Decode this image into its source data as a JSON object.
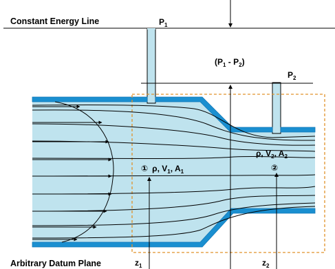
{
  "labels": {
    "energy_line": "Constant Energy Line",
    "datum": "Arbitrary Datum Plane",
    "p1": "P",
    "p1_sub": "1",
    "p2": "P",
    "p2_sub": "2",
    "dp_open": "(P",
    "dp_sub1": "1",
    "dp_mid": " - P",
    "dp_sub2": "2",
    "dp_close": ")",
    "z1": "z",
    "z1_sub": "1",
    "z2": "z",
    "z2_sub": "2"
  },
  "section1": {
    "marker": "①",
    "rho": "ρ, V",
    "v_sub": "1",
    "a": ", A",
    "a_sub": "1"
  },
  "section2": {
    "marker": "②",
    "rho": "ρ, V",
    "v_sub": "2",
    "a": ", A",
    "a_sub": "2"
  },
  "colors": {
    "fluid": "#bfe3ee",
    "wall": "#1a8fd0",
    "wall_dark": "#1379b8",
    "control_volume": "#e0922a",
    "lines": "#000000"
  }
}
